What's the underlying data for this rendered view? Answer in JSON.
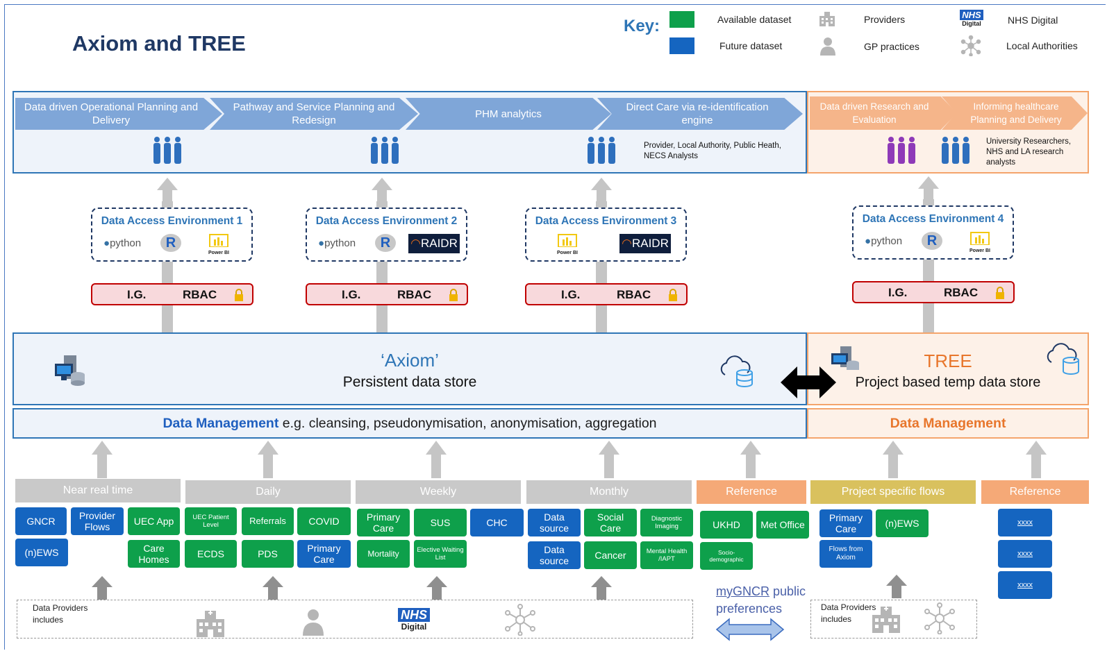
{
  "title": "Axiom and TREE",
  "key": {
    "label": "Key:",
    "available": "Available dataset",
    "future": "Future dataset",
    "providers": "Providers",
    "gp": "GP practices",
    "nhs_digital": "NHS Digital",
    "local_authorities": "Local Authorities",
    "nhs_logo": "NHS",
    "nhs_logo_sub": "Digital",
    "colors": {
      "available": "#0ea04b",
      "future": "#1565c0"
    }
  },
  "axiom_users": {
    "chevrons": [
      "Data driven Operational Planning and Delivery",
      "Pathway and Service Planning and Redesign",
      "PHM analytics",
      "Direct Care via re-identification engine"
    ],
    "users_text": "Provider, Local Authority, Public Heath, NECS Analysts"
  },
  "tree_users": {
    "chevrons": [
      "Data driven Research and Evaluation",
      "Informing healthcare Planning and Delivery"
    ],
    "users_text": "University Researchers, NHS and LA research analysts"
  },
  "environments": [
    {
      "title": "Data Access Environment 1",
      "tools": [
        "python",
        "R",
        "Power BI"
      ]
    },
    {
      "title": "Data Access Environment 2",
      "tools": [
        "python",
        "R",
        "RAIDR"
      ]
    },
    {
      "title": "Data Access Environment 3",
      "tools": [
        "Power BI",
        "RAIDR"
      ]
    },
    {
      "title": "Data Access Environment 4",
      "tools": [
        "python",
        "R",
        "Power BI"
      ]
    }
  ],
  "governance": {
    "ig": "I.G.",
    "rbac": "RBAC"
  },
  "tool_labels": {
    "python": "python",
    "r": "R",
    "powerbi": "Power BI",
    "raidr": "RAIDR"
  },
  "axiom": {
    "name": "‘Axiom’",
    "subtitle": "Persistent data store"
  },
  "tree": {
    "name": "TREE",
    "subtitle": "Project based temp data store"
  },
  "data_management": {
    "axiom_bold": "Data Management",
    "axiom_rest": " e.g. cleansing, pseudonymisation, anonymisation, aggregation",
    "tree": "Data Management"
  },
  "bands": [
    "Near real time",
    "Daily",
    "Weekly",
    "Monthly",
    "Reference",
    "Project specific flows",
    "Reference"
  ],
  "tiles": {
    "near_real_time": [
      "GNCR",
      "Provider Flows",
      "UEC App",
      "(n)EWS",
      "Care Homes"
    ],
    "daily": [
      "UEC Patient Level",
      "Referrals",
      "COVID",
      "ECDS",
      "PDS",
      "Primary Care"
    ],
    "weekly": [
      "Primary Care",
      "SUS",
      "CHC",
      "Mortality",
      "Elective Waiting List"
    ],
    "monthly": [
      "Data source",
      "Social Care",
      "Diagnostic Imaging",
      "Data source",
      "Cancer",
      "Mental Health /IAPT"
    ],
    "reference": [
      "UKHD",
      "Met Office",
      "Socio-demographic"
    ],
    "project": [
      "Primary Care",
      "(n)EWS",
      "Flows from Axiom"
    ],
    "tree_reference": [
      "xxxx",
      "xxxx",
      "xxxx"
    ]
  },
  "providers_box": {
    "label": "Data Providers includes",
    "nhs": "NHS",
    "nhs_sub": "Digital"
  },
  "tree_providers_box": {
    "label": "Data Providers includes"
  },
  "mygncr": {
    "link": "myGNCR",
    "rest": " public",
    "line2": "preferences"
  }
}
